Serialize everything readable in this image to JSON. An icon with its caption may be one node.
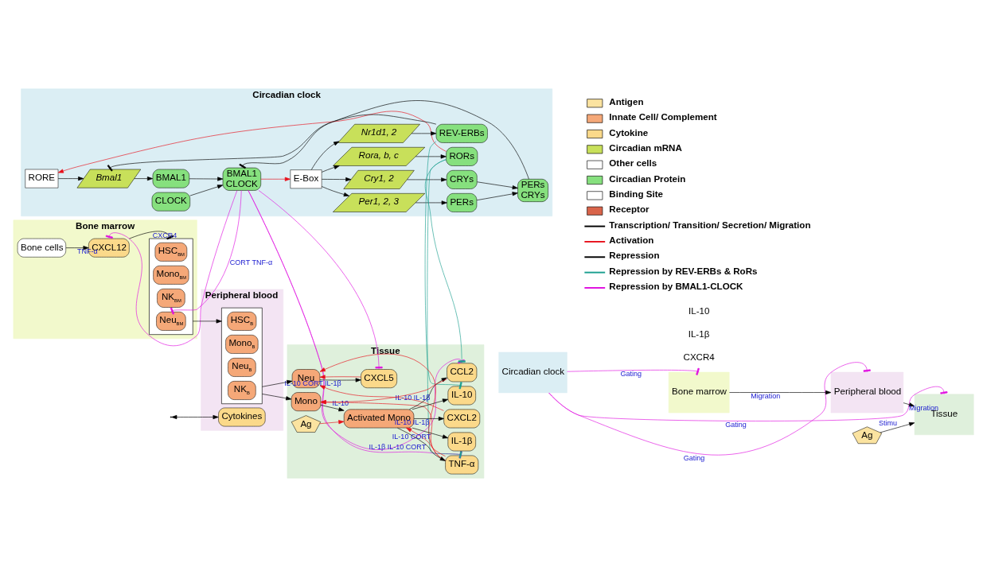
{
  "diagram": {
    "nodes": [
      {
        "text": [
          "Circadian clock"
        ]
      },
      {
        "text": [
          "RORE"
        ],
        "in": 0
      },
      {
        "text": [
          "Bmal1"
        ],
        "in": 0
      },
      {
        "text": [
          "BMAL1"
        ],
        "in": 0
      },
      {
        "text": [
          "CLOCK"
        ],
        "in": 0
      },
      {
        "text": [
          "BMAL1",
          "CLOCK"
        ],
        "in": 0
      },
      {
        "text": [
          "PERs",
          "CRYs"
        ],
        "in": 0
      },
      {
        "text": [
          "PERs"
        ],
        "in": 0
      },
      {
        "text": [
          "Per1, 2, 3"
        ],
        "in": 0
      },
      {
        "text": [
          "CRYs"
        ],
        "in": 0
      },
      {
        "text": [
          "Cry1, 2"
        ],
        "in": 0
      },
      {
        "text": [
          "E-Box"
        ],
        "in": 0
      },
      {
        "text": [
          "RORs"
        ],
        "in": 0
      },
      {
        "text": [
          "Rora, b, c"
        ],
        "in": 0
      },
      {
        "text": [
          "REV-ERBs"
        ],
        "in": 0
      },
      {
        "text": [
          "Nr1d1, 2"
        ],
        "in": 0
      },
      {
        "text": [
          "Bone marrow"
        ]
      },
      {
        "text": [
          "Bone cells"
        ],
        "in": 16
      },
      {
        "text": [
          "CXCL12"
        ],
        "in": 16
      },
      {
        "text": [],
        "shape": "box",
        "in": 16
      },
      {
        "text": [
          "HSC$_{BM}$"
        ],
        "in": 19
      },
      {
        "text": [
          "Mono$_{BM}$"
        ],
        "in": 19
      },
      {
        "text": [
          "NK$_{BM}$"
        ],
        "in": 19
      },
      {
        "text": [
          "Neu$_{BM}$"
        ],
        "in": 19
      },
      {
        "text": [
          "Tissue"
        ]
      },
      {
        "text": [
          "IL-1β"
        ],
        "in": 24
      },
      {
        "text": [
          "CXCL2"
        ],
        "in": 24
      },
      {
        "text": [
          "CXCL5"
        ],
        "in": 24
      },
      {
        "text": [
          "TNF-α"
        ],
        "in": 24
      },
      {
        "text": [
          "Neu"
        ],
        "in": 24
      },
      {
        "text": [
          "IL-10"
        ],
        "in": 24
      },
      {
        "text": [
          "Activated Mono"
        ],
        "in": 24
      },
      {
        "text": [
          "Mono"
        ],
        "in": 24
      },
      {
        "text": [
          "Ag"
        ],
        "in": 24
      },
      {
        "text": [
          "CCL2"
        ],
        "in": 24
      },
      {
        "text": [
          "Peripheral blood"
        ]
      },
      {
        "text": [],
        "shape": "box",
        "in": 35
      },
      {
        "text": [
          "HSC$_{B}$"
        ],
        "in": 36
      },
      {
        "text": [
          "Mono$_{B}$"
        ],
        "in": 36
      },
      {
        "text": [
          "Neu$_{B}$"
        ],
        "in": 36
      },
      {
        "text": [
          "NK$_{B}$"
        ],
        "in": 36
      },
      {
        "text": [
          "Cytokines"
        ],
        "in": 35
      },
      {
        "text": [
          "Circadian clock"
        ]
      },
      {
        "text": [
          "Bone marrow"
        ]
      },
      {
        "text": [
          "Tissue"
        ]
      },
      {
        "text": [
          "Peripheral blood"
        ]
      },
      {
        "text": [
          "Ag"
        ]
      }
    ],
    "edges": [
      {
        "from": 1,
        "to": 2,
        "arrow": "to"
      },
      {
        "from": 2,
        "to": 3,
        "arrow": "to"
      },
      {
        "from": 3,
        "to": 5,
        "arrow": "to"
      },
      {
        "from": 4,
        "to": 5,
        "arrow": "to"
      },
      {
        "from": 5,
        "to": 11,
        "arrow": "to",
        "color": "#e8101a"
      },
      {
        "from": 6,
        "to": 5,
        "arrow": "other"
      },
      {
        "from": 11,
        "to": 8,
        "arrow": "to"
      },
      {
        "from": 11,
        "to": 10,
        "arrow": "to"
      },
      {
        "from": 11,
        "to": 13,
        "arrow": "to"
      },
      {
        "from": 11,
        "to": 15,
        "arrow": "to"
      },
      {
        "from": 8,
        "to": 7,
        "arrow": "to"
      },
      {
        "from": 10,
        "to": 9,
        "arrow": "to"
      },
      {
        "from": 7,
        "to": 6,
        "arrow": "to"
      },
      {
        "from": 9,
        "to": 6,
        "arrow": "to"
      },
      {
        "from": 13,
        "to": 12,
        "arrow": "to"
      },
      {
        "from": 15,
        "to": 14,
        "arrow": "to"
      },
      {
        "from": 12,
        "to": 1,
        "arrow": "to",
        "color": "#e8101a"
      },
      {
        "from": 14,
        "to": 2,
        "arrow": "other"
      },
      {
        "from": 5,
        "to": 18,
        "arrow": "other",
        "color": "#e010e0"
      },
      {
        "from": 5,
        "to": 23,
        "arrow": "other",
        "color": "#e010e0",
        "label": "CORT TNF-α"
      },
      {
        "from": 5,
        "to": 27,
        "arrow": "other",
        "color": "#e010e0"
      },
      {
        "from": 5,
        "to": 28,
        "arrow": "other",
        "color": "#e010e0"
      },
      {
        "from": 5,
        "to": 34,
        "arrow": "other",
        "color": "#e010e0"
      },
      {
        "from": 17,
        "to": 18,
        "arrow": "to",
        "label": "TNF-α"
      },
      {
        "from": 18,
        "to": 19,
        "arrow": "other",
        "label": "CXCR4"
      },
      {
        "from": 19,
        "to": 36,
        "arrow": "to"
      },
      {
        "from": 36,
        "to": 29,
        "arrow": "to"
      },
      {
        "from": 36,
        "to": 32,
        "arrow": "to"
      },
      {
        "from": 12,
        "to": 28,
        "arrow": "other",
        "color": "#1a9e8f"
      },
      {
        "from": 12,
        "to": 34,
        "arrow": "other",
        "color": "#1a9e8f"
      },
      {
        "from": 14,
        "to": 30,
        "arrow": "other",
        "color": "#1a9e8f"
      },
      {
        "from": 31,
        "to": 25,
        "arrow": "to",
        "label": "IL-10 CORT"
      },
      {
        "from": 31,
        "to": 26,
        "arrow": "to",
        "label": "IL-10 IL-1β"
      },
      {
        "from": 31,
        "to": 28,
        "arrow": "to",
        "label": "IL-1β IL-10 CORT"
      },
      {
        "from": 31,
        "to": 30,
        "arrow": "to"
      },
      {
        "from": 31,
        "to": 34,
        "arrow": "to",
        "label": "IL-10 IL-1β"
      },
      {
        "from": 29,
        "to": 27,
        "arrow": "to",
        "label": "IL-10 CORT IL-1β"
      },
      {
        "from": 32,
        "to": 31,
        "arrow": "to",
        "label": "IL-10"
      },
      {
        "from": 26,
        "to": 29,
        "arrow": "to",
        "color": "#e8101a"
      },
      {
        "from": 27,
        "to": 29,
        "arrow": "to",
        "color": "#e8101a"
      },
      {
        "from": 28,
        "to": 31,
        "arrow": "to",
        "color": "#e8101a"
      },
      {
        "from": 28,
        "to": 29,
        "arrow": "to",
        "color": "#e8101a"
      },
      {
        "from": 28,
        "to": 32,
        "arrow": "to",
        "color": "#e8101a"
      },
      {
        "from": 33,
        "to": 31,
        "arrow": "to",
        "color": "#e8101a"
      },
      {
        "from": 34,
        "to": 32,
        "arrow": "to",
        "color": "#e8101a"
      },
      {
        "from": null,
        "to": 41,
        "arrow": "both"
      },
      {
        "from": 42,
        "to": 43,
        "arrow": "other",
        "color": "#e010e0",
        "label": "Gating"
      },
      {
        "from": 42,
        "to": 44,
        "arrow": "other",
        "color": "#e010e0",
        "label": "Gating"
      },
      {
        "from": 42,
        "to": 45,
        "arrow": "other",
        "color": "#e010e0",
        "label": "Gating"
      },
      {
        "from": 43,
        "to": 45,
        "arrow": "to",
        "label": "Migration"
      },
      {
        "from": 45,
        "to": 44,
        "arrow": "to",
        "label": "Migration"
      },
      {
        "from": 46,
        "to": 44,
        "arrow": "to",
        "label": "Stimu"
      }
    ],
    "labels": [
      "CXCR4",
      "IL-1β",
      "IL-10"
    ],
    "legend": [
      {
        "text": "Antigen"
      },
      {
        "text": "Innate Cell/ Complement"
      },
      {
        "text": "Cytokine"
      },
      {
        "text": "Circadian mRNA"
      },
      {
        "text": "Other cells"
      },
      {
        "text": "Circadian Protein"
      },
      {
        "text": "Binding Site"
      },
      {
        "text": "Receptor"
      },
      {
        "text": "Transcription/ Transition/ Secretion/ Migration"
      },
      {
        "text": "Activation"
      },
      {
        "text": "Repression"
      },
      {
        "text": "Repression by REV-ERBs & RoRs"
      },
      {
        "text": "Repression by BMAL1-CLOCK"
      }
    ]
  }
}
